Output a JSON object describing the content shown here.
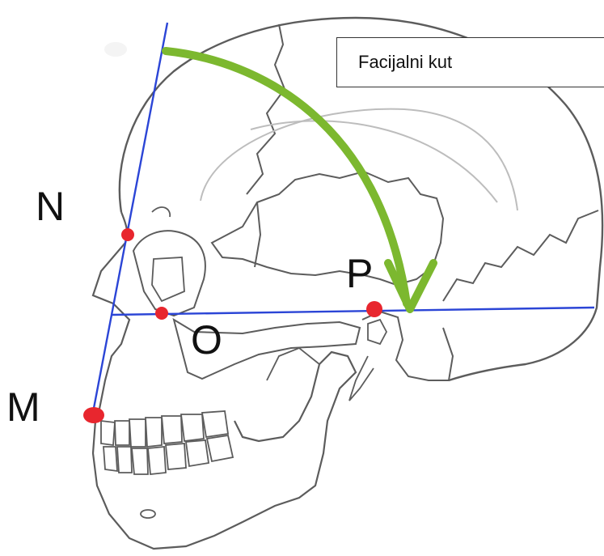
{
  "caption": "Facijalni kut",
  "points": {
    "N": "N",
    "O": "O",
    "P": "P",
    "M": "M"
  },
  "colors": {
    "skull_outline": "#5c5c5c",
    "suture_light": "#bdbdbd",
    "reference_line": "#2b45d6",
    "landmark_dot": "#e8262e",
    "angle_arrow": "#7cb82f"
  },
  "icons": {
    "angle_arrow": "curved-arrow-icon",
    "landmark": "red-dot-icon"
  }
}
